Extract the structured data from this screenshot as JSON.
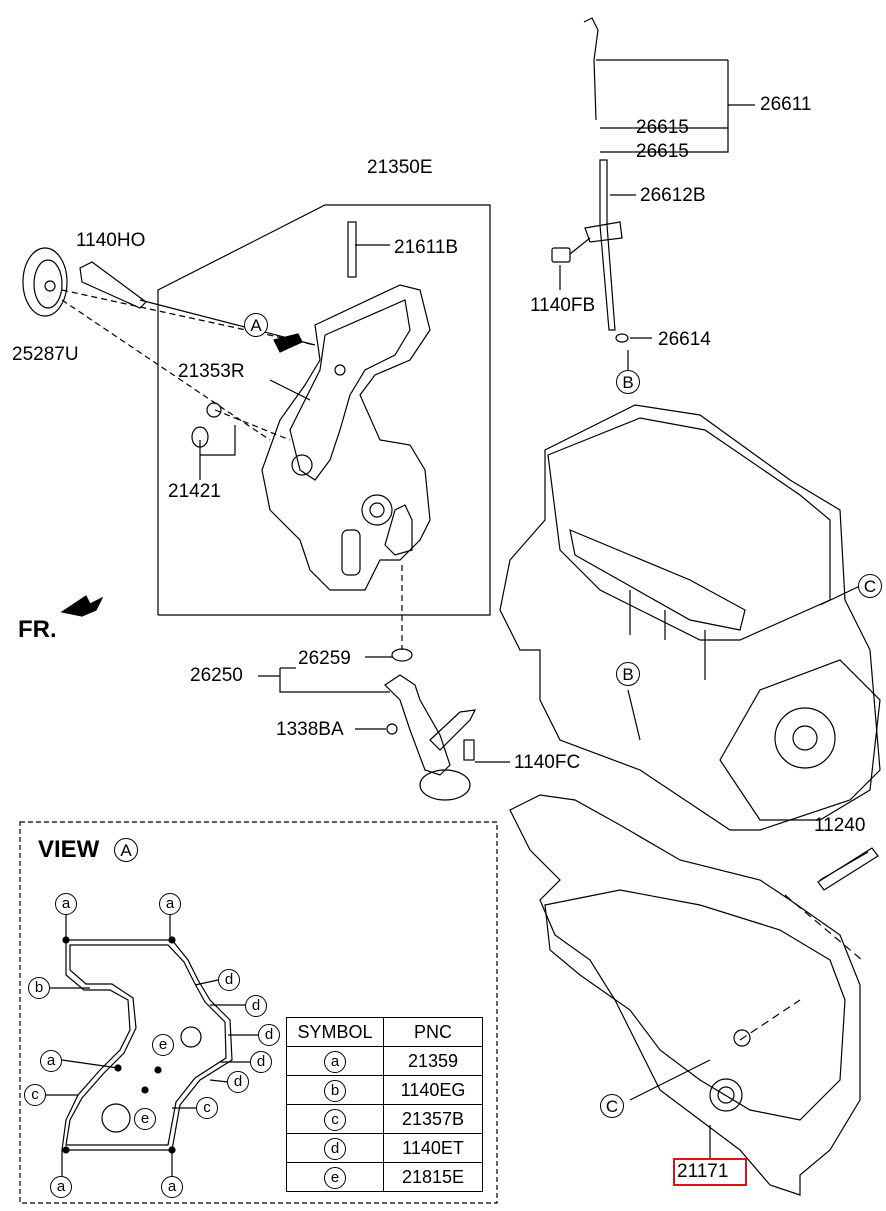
{
  "labels": {
    "p21350E": "21350E",
    "p21611B": "21611B",
    "p1140HO": "1140HO",
    "p25287U": "25287U",
    "p21353R": "21353R",
    "p21421": "21421",
    "p26611": "26611",
    "p26615a": "26615",
    "p26615b": "26615",
    "p26612B": "26612B",
    "p1140FB": "1140FB",
    "p26614": "26614",
    "p26250": "26250",
    "p26259": "26259",
    "p1338BA": "1338BA",
    "p1140FC": "1140FC",
    "p11240": "11240",
    "p21171": "21171",
    "fr": "FR."
  },
  "callouts": {
    "A": "A",
    "B": "B",
    "C": "C"
  },
  "view": {
    "title": "VIEW",
    "letter": "A",
    "markers": [
      "a",
      "a",
      "b",
      "d",
      "d",
      "d",
      "a",
      "d",
      "c",
      "d",
      "e",
      "e",
      "c",
      "a",
      "a"
    ]
  },
  "table": {
    "headers": [
      "SYMBOL",
      "PNC"
    ],
    "rows": [
      {
        "symbol": "a",
        "pnc": "21359"
      },
      {
        "symbol": "b",
        "pnc": "1140EG"
      },
      {
        "symbol": "c",
        "pnc": "21357B"
      },
      {
        "symbol": "d",
        "pnc": "1140ET"
      },
      {
        "symbol": "e",
        "pnc": "21815E"
      }
    ]
  },
  "colors": {
    "highlight": "#e11111"
  }
}
